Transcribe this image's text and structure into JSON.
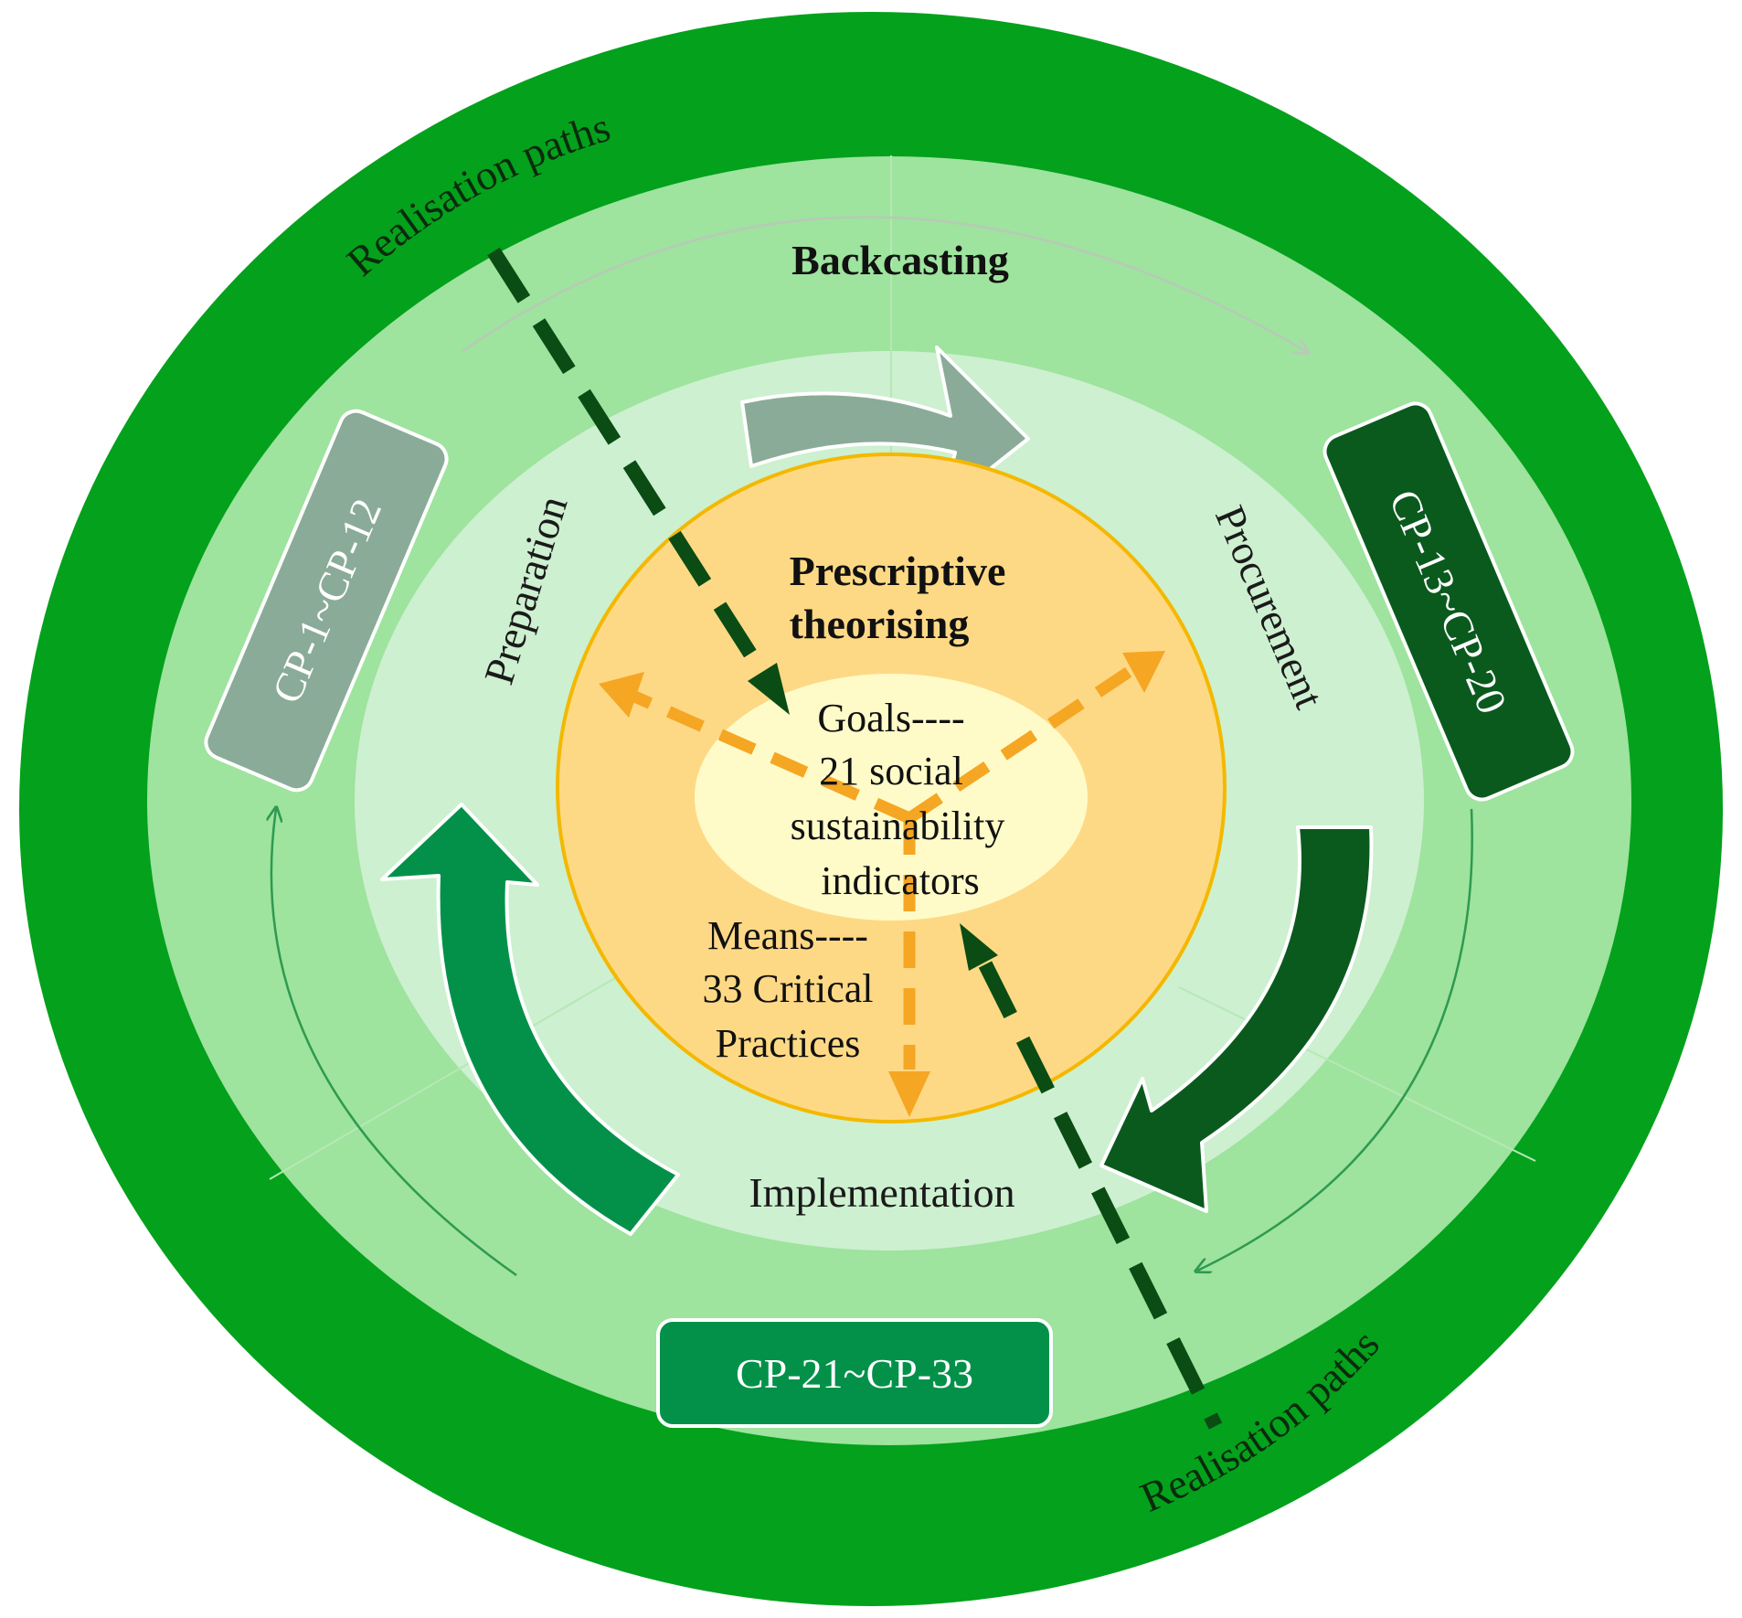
{
  "colors": {
    "outer_ring": "#03a11c",
    "mid_ring": "#9ee39e",
    "inner_ring": "#cdf0d0",
    "core": "#fed985",
    "core_border": "#f4b800",
    "center_ellipse": "#fffbc8",
    "arrow_gray": "#8aab98",
    "arrow_dark_green": "#0a5a1e",
    "arrow_green": "#03914a",
    "box_gray": "#8aab98",
    "box_dark_green": "#0a5a1e",
    "box_green": "#03914a",
    "path_dash": "#0a4c14",
    "orange_dash": "#f5a623"
  },
  "labels": {
    "realisation_top": "Realisation paths",
    "realisation_bottom": "Realisation paths",
    "backcasting": "Backcasting",
    "preparation": "Preparation",
    "procurement": "Procurement",
    "implementation": "Implementation",
    "prescriptive_line1": "Prescriptive",
    "prescriptive_line2": "theorising"
  },
  "boxes": {
    "preparation_box": "CP-1~CP-12",
    "procurement_box": "CP-13~CP-20",
    "implementation_box": "CP-21~CP-33"
  },
  "core": {
    "goals_line1": "Goals----",
    "goals_line2": "21 social",
    "goals_line3": "sustainability",
    "goals_line4": "indicators",
    "means_line1": "Means----",
    "means_line2": "33 Critical",
    "means_line3": "Practices"
  }
}
